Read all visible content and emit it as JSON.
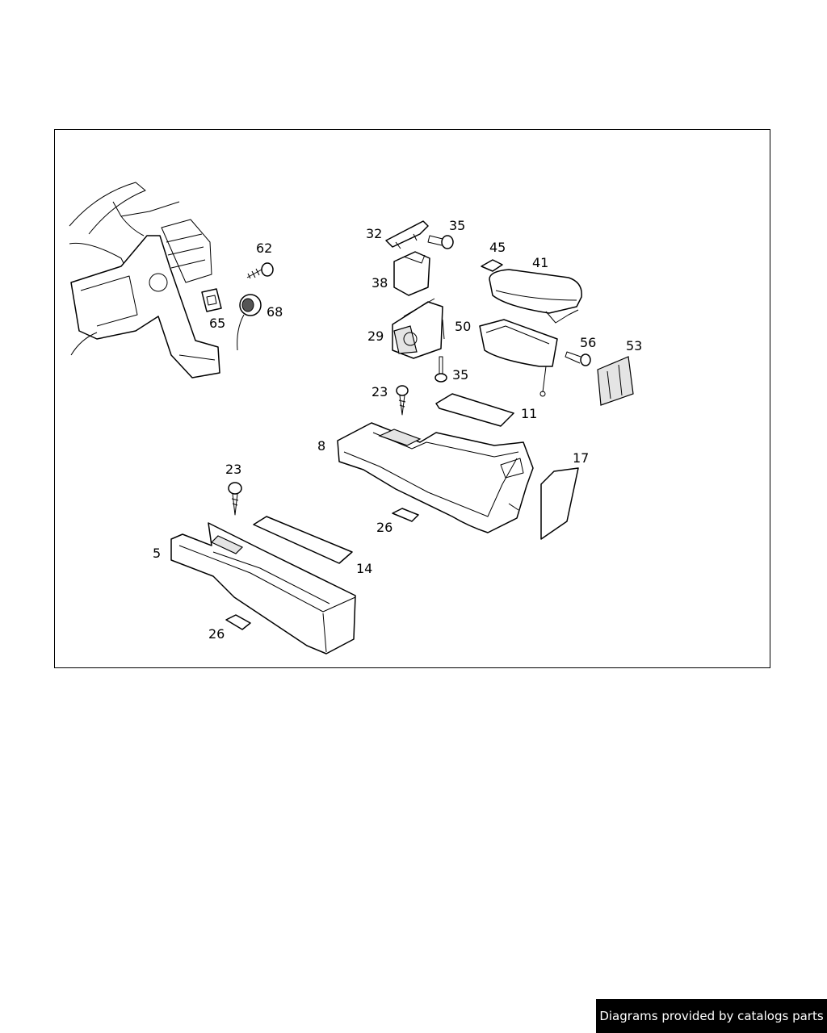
{
  "callouts": {
    "c62": "62",
    "c65": "65",
    "c68": "68",
    "c32": "32",
    "c35a": "35",
    "c38": "38",
    "c29": "29",
    "c35b": "35",
    "c45": "45",
    "c41": "41",
    "c50": "50",
    "c56": "56",
    "c53": "53",
    "c23a": "23",
    "c11": "11",
    "c8": "8",
    "c17": "17",
    "c26a": "26",
    "c23b": "23",
    "c5": "5",
    "c14": "14",
    "c26b": "26"
  },
  "footer": {
    "text": "Diagrams provided by catalogs parts"
  }
}
